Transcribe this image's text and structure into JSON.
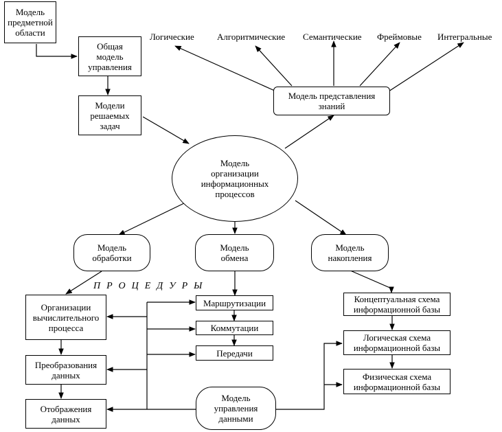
{
  "nodes": {
    "subject_area": "Модель\nпредметной\nобласти",
    "general_control": "Общая\nмодель\nуправления",
    "tasks": "Модели\nрешаемых\nзадач",
    "knowledge": "Модель представления\nзнаний",
    "organization": "Модель\nорганизации\nинформационных\nпроцессов",
    "processing": "Модель\nобработки",
    "exchange": "Модель\nобмена",
    "accumulation": "Модель\nнакопления",
    "comp_process": "Организации\nвычислительного\nпроцесса",
    "transform": "Преобразования\nданных",
    "display": "Отображения\nданных",
    "routing": "Маршрутизации",
    "switching": "Коммутации",
    "transfer": "Передачи",
    "data_control": "Модель\nуправления\nданными",
    "conceptual": "Концептуальная схема\nинформационной базы",
    "logical_schema": "Логическая схема\nинформационной базы",
    "physical": "Физическая схема\nинформационной базы"
  },
  "knowledge_types": [
    "Логические",
    "Алгоритмические",
    "Семантические",
    "Фреймовые",
    "Интегральные"
  ],
  "procedures_label": "ПРОЦЕДУРЫ"
}
